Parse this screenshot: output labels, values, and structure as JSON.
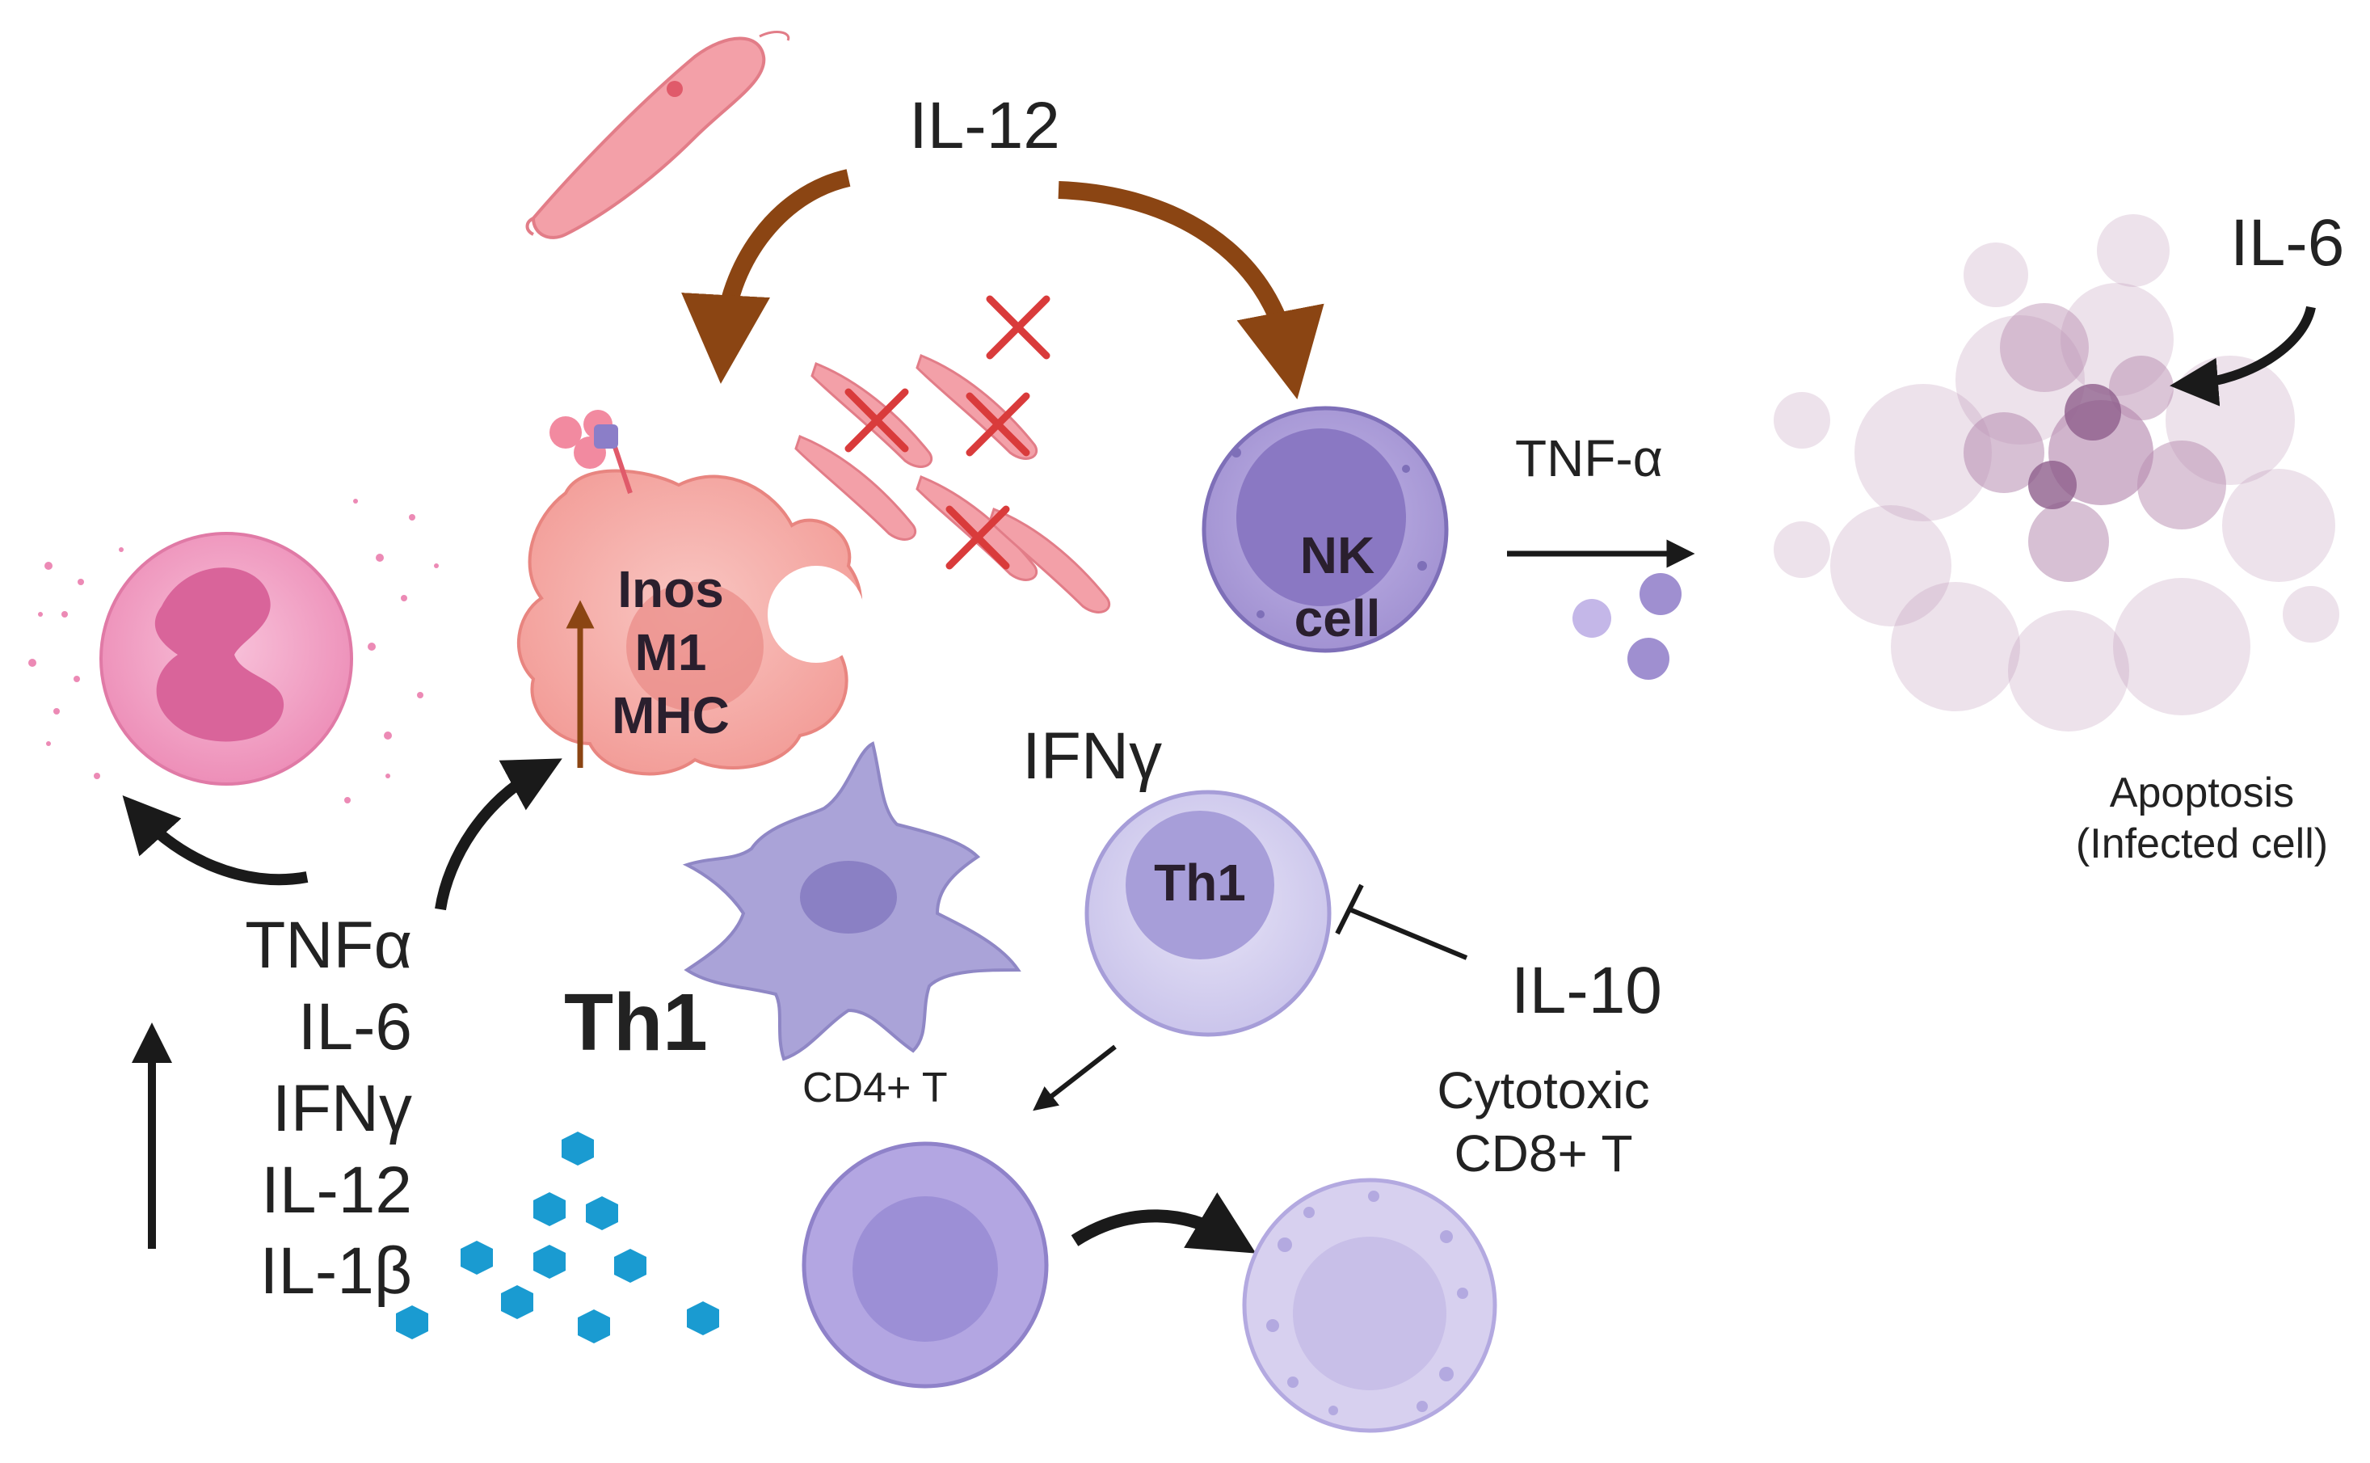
{
  "labels": {
    "il12_top": "IL-12",
    "il6_right": "IL-6",
    "tnf_alpha": "TNF-α",
    "nk_cell": [
      "NK",
      "cell"
    ],
    "macrophage": [
      "Inos",
      "M1",
      "MHC"
    ],
    "apoptosis": [
      "Apoptosis",
      "(Infected cell)"
    ],
    "ifn_gamma": "IFNγ",
    "th1_cell": "Th1",
    "il10": "IL-10",
    "cytotoxic": [
      "Cytotoxic",
      "CD8+ T"
    ],
    "cd4": "CD4+ T",
    "th1_big": "Th1",
    "cytokines": [
      "TNFα",
      "IL-6",
      "IFNγ",
      "IL-12",
      "IL-1β"
    ]
  },
  "colors": {
    "arrow_brown": "#8b4513",
    "arrow_black": "#1a1a1a",
    "macrophage": "#f4a7a3",
    "neutrophil": "#f3a3c6",
    "nk_cell": "#a99ad4",
    "t_cell": "#c9c3ea",
    "cytokine_dots": "#1a9bd1",
    "parasite": "#f3a0a8",
    "cross_red": "#d93b3b",
    "apoptosis": "#b78cb0"
  }
}
